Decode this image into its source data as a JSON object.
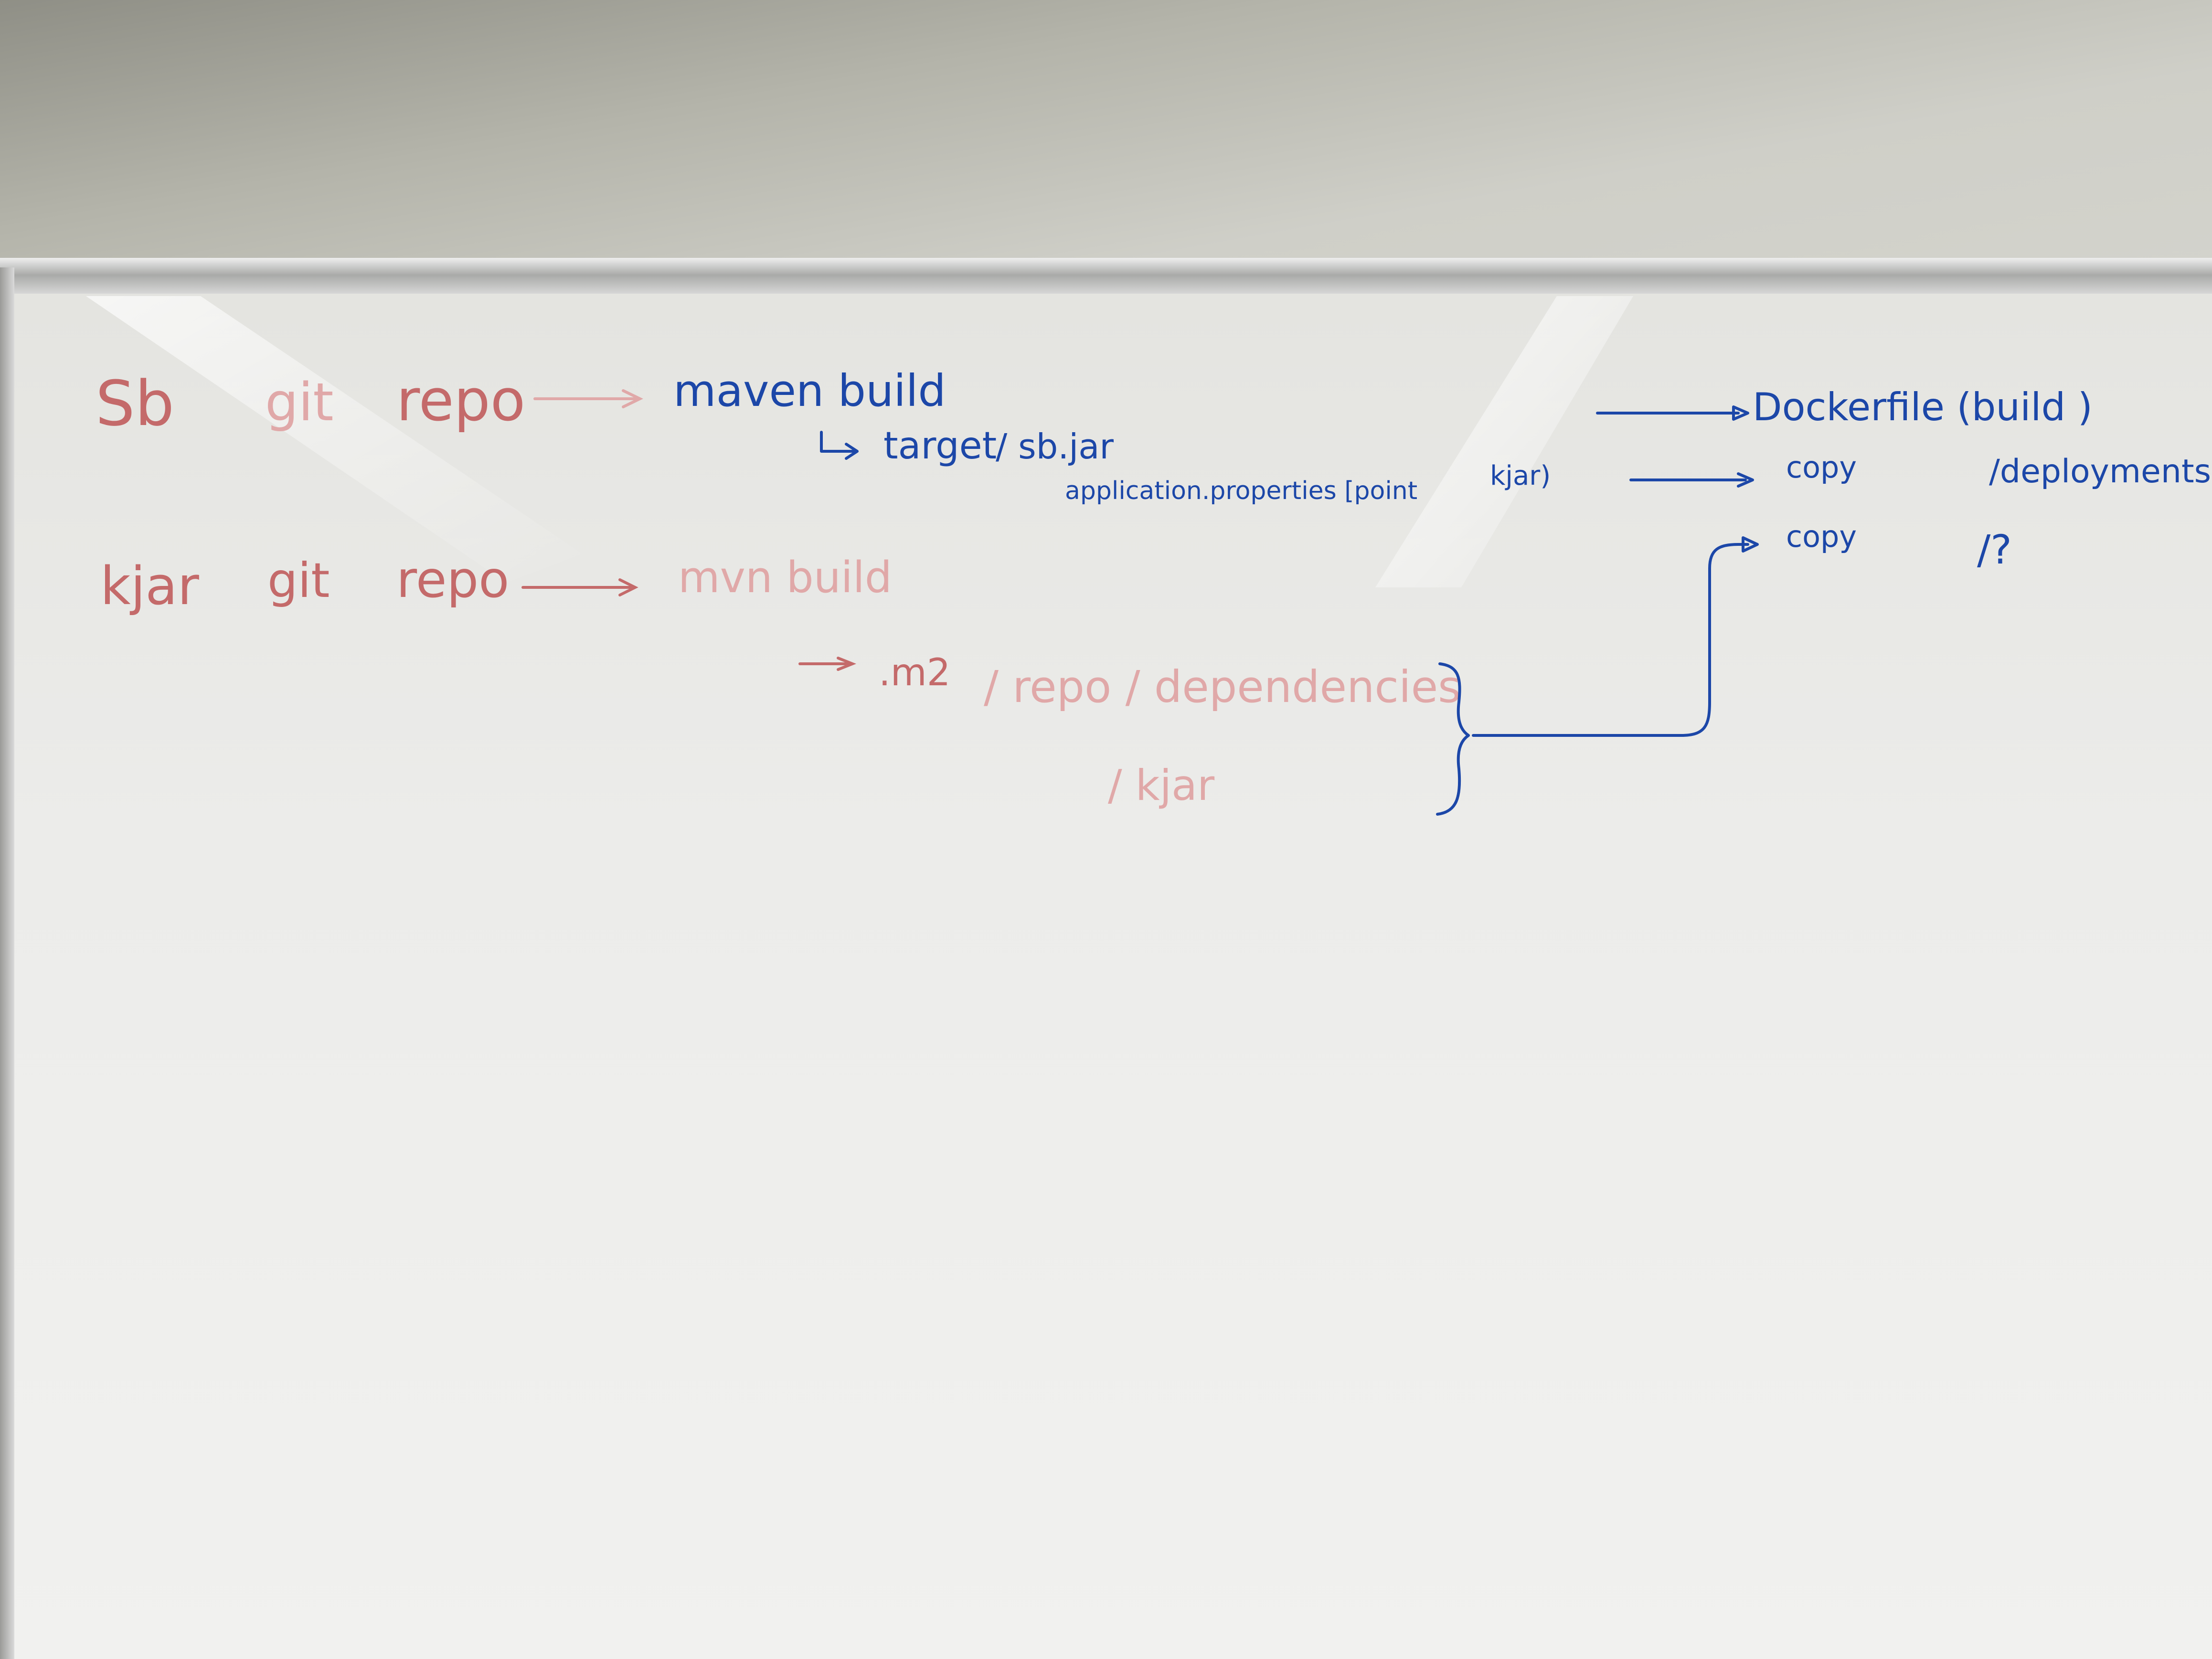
{
  "whiteboard": {
    "sb_row": {
      "sb": "Sb",
      "git": "git",
      "repo": "repo",
      "maven_build": "maven build",
      "target": "target",
      "sb_jar": "/ sb.jar",
      "app_props": "application.properties [point",
      "kjar_paren": "kjar)"
    },
    "kjar_row": {
      "kjar": "kjar",
      "git": "git",
      "repo": "repo",
      "maven_build": "mvn build",
      "m2": ".m2",
      "repo_deps": "/ repo / dependencies",
      "kjar_path": "/ kjar"
    },
    "dockerfile": {
      "title": "Dockerfile (build )",
      "copy1": "copy",
      "dest1": "/deployments",
      "copy2": "copy",
      "dest2": "/?"
    },
    "colors": {
      "red_marker": "#c46a6a",
      "blue_marker": "#1c47a8"
    }
  }
}
